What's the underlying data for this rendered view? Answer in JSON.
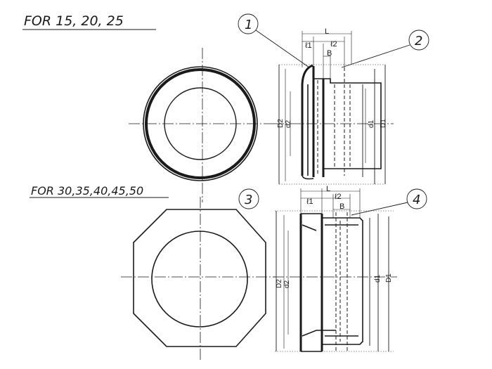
{
  "headings": {
    "top": "FOR  15, 20, 25",
    "bottom": "FOR 30,35,40,45,50"
  },
  "balloons": [
    "1",
    "2",
    "3",
    "4"
  ],
  "dims_top": {
    "L": "L",
    "l1": "ℓ1",
    "l2": "ℓ2",
    "B": "B",
    "D2": "D2",
    "d2": "d2",
    "d1": "d1",
    "D1": "D1"
  },
  "dims_bottom": {
    "L": "L",
    "l1": "ℓ1",
    "l2": "ℓ2",
    "B": "B",
    "D2": "D2",
    "d2": "d2",
    "d1": "d1",
    "D1": "D1"
  }
}
